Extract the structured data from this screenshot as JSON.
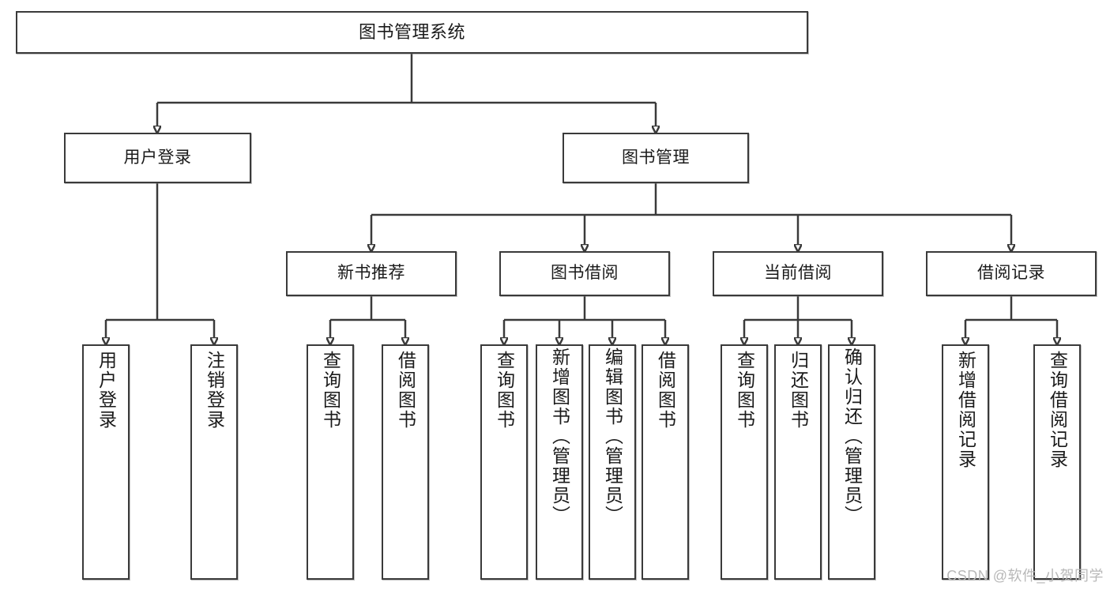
{
  "diagram": {
    "type": "tree",
    "title": "图书管理系统",
    "root": {
      "label": "图书管理系统"
    },
    "level2": [
      {
        "label": "用户登录"
      },
      {
        "label": "图书管理"
      }
    ],
    "level3": [
      {
        "label": "新书推荐"
      },
      {
        "label": "图书借阅"
      },
      {
        "label": "当前借阅"
      },
      {
        "label": "借阅记录"
      }
    ],
    "leaves": {
      "user_login": [
        {
          "label": "用户登录"
        },
        {
          "label": "注销登录"
        }
      ],
      "new_book_recommend": [
        {
          "label": "查询图书"
        },
        {
          "label": "借阅图书"
        }
      ],
      "book_borrow": [
        {
          "label": "查询图书"
        },
        {
          "label": "新增图书（管理员）"
        },
        {
          "label": "编辑图书（管理员）"
        },
        {
          "label": "借阅图书"
        }
      ],
      "current_borrow": [
        {
          "label": "查询图书"
        },
        {
          "label": "归还图书"
        },
        {
          "label": "确认归还（管理员）"
        }
      ],
      "borrow_record": [
        {
          "label": "新增借阅记录"
        },
        {
          "label": "查询借阅记录"
        }
      ]
    }
  },
  "watermark": {
    "text": "CSDN @软件_小贺同学"
  },
  "colors": {
    "border": "#3a3a3a",
    "text": "#1a1a1a",
    "background": "#ffffff",
    "watermark": "#b8b8b8"
  }
}
